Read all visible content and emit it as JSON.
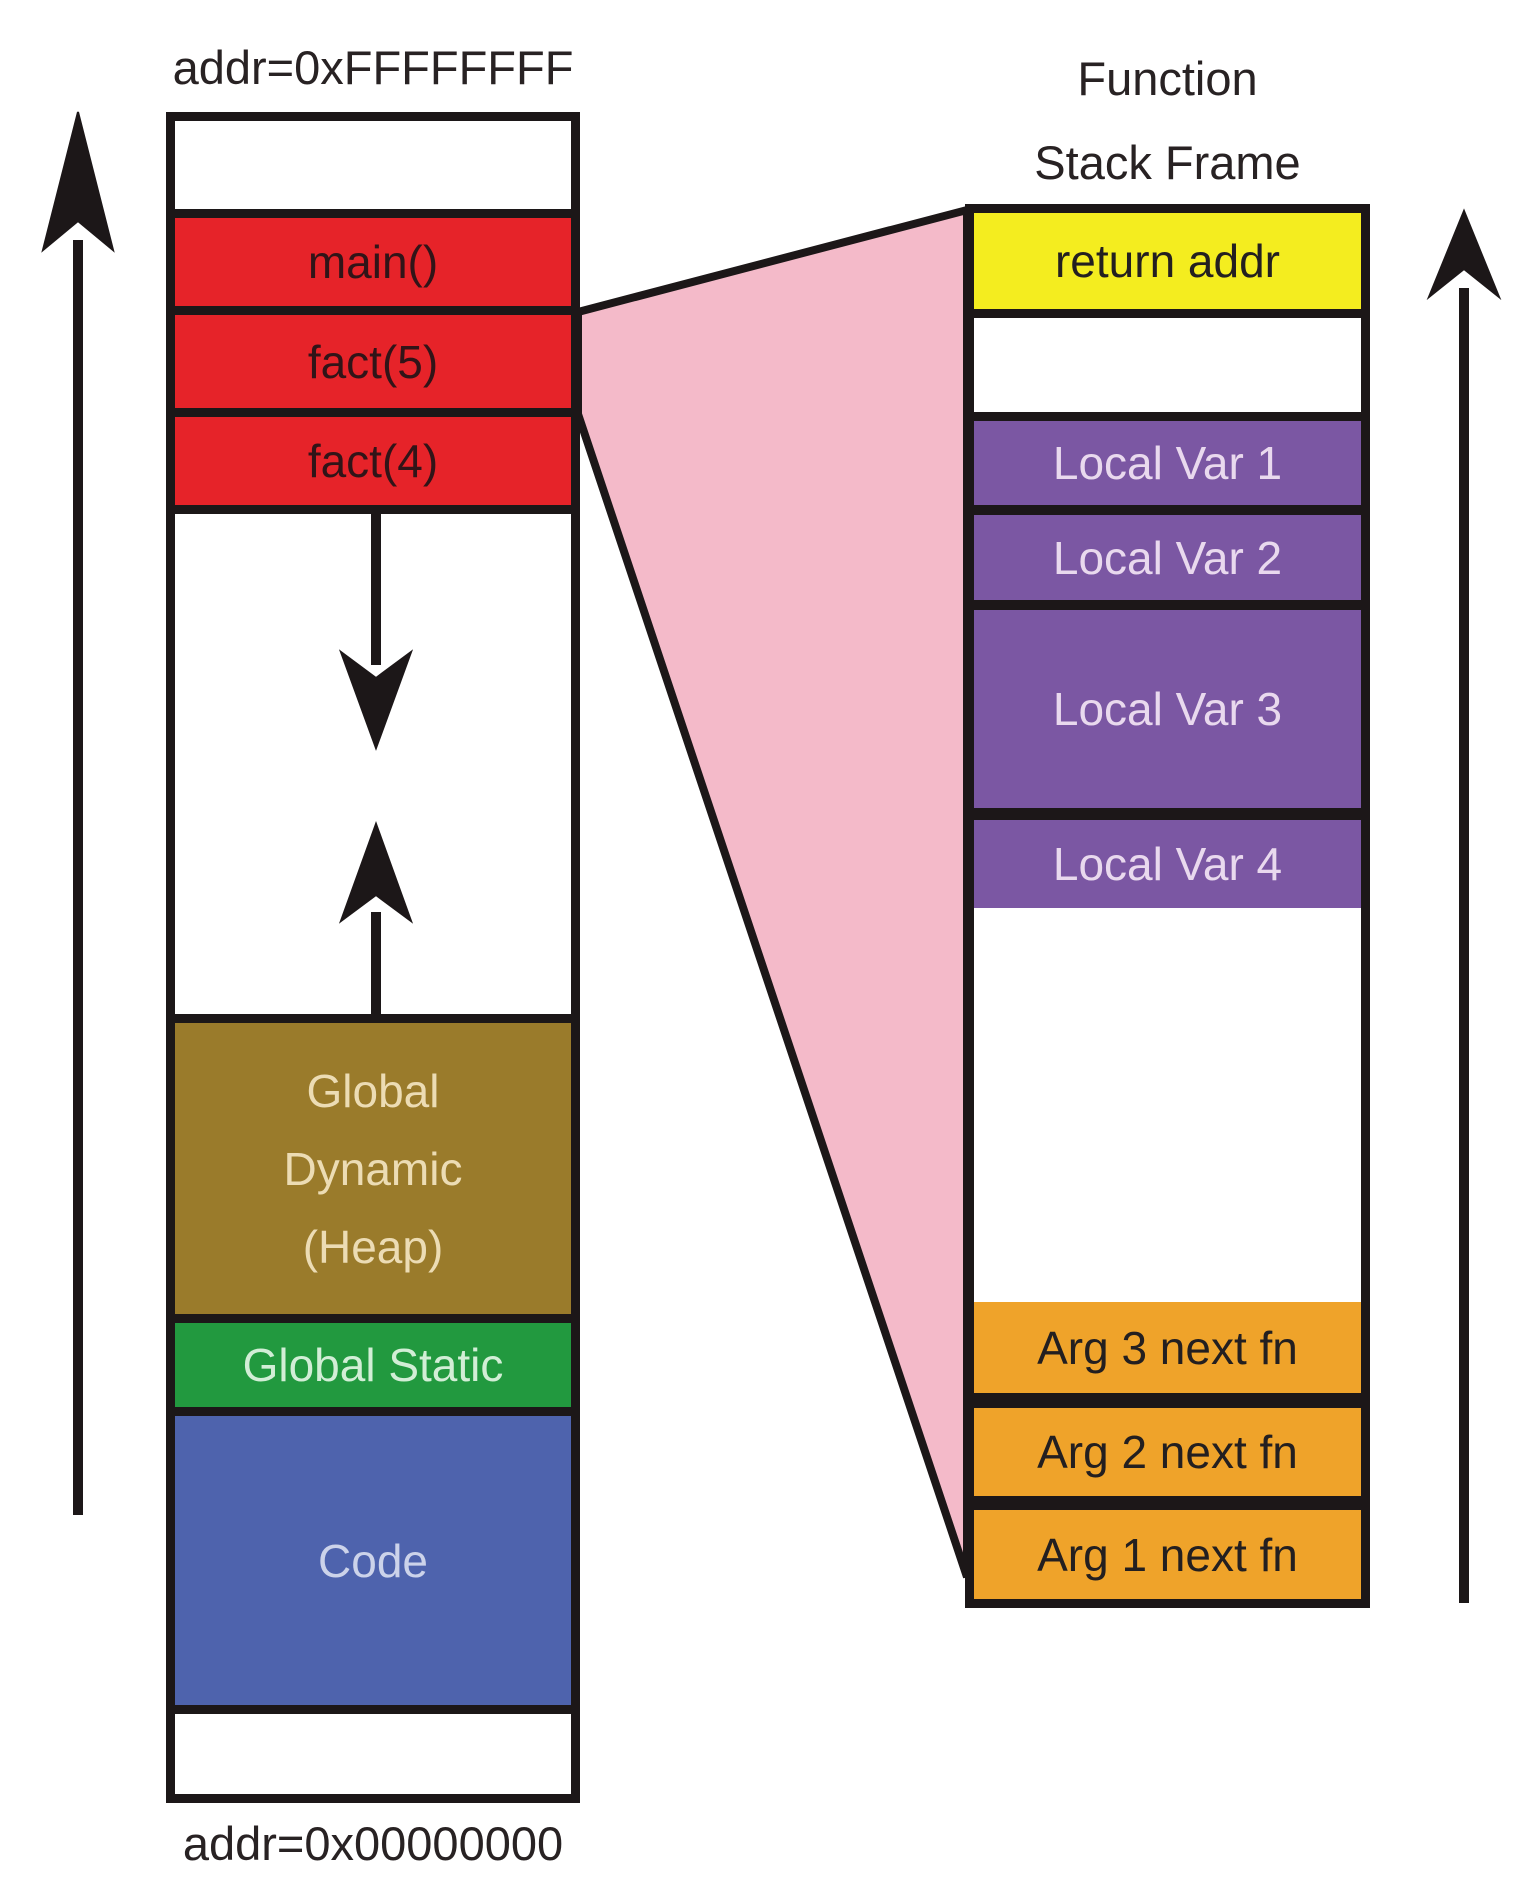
{
  "diagram": {
    "memory_map": {
      "addr_top_label": "addr=0xFFFFFFFF",
      "addr_bottom_label": "addr=0x00000000",
      "rows": {
        "main": "main()",
        "fact5": "fact(5)",
        "fact4": "fact(4)",
        "heap_line1": "Global",
        "heap_line2": "Dynamic",
        "heap_line3": "(Heap)",
        "global_static": "Global Static",
        "code": "Code"
      }
    },
    "stack_frame": {
      "title_line1": "Function",
      "title_line2": "Stack Frame",
      "rows": {
        "return_addr": "return addr",
        "local_var_1": "Local Var 1",
        "local_var_2": "Local Var 2",
        "local_var_3": "Local Var 3",
        "local_var_4": "Local Var 4",
        "arg_3": "Arg 3 next fn",
        "arg_2": "Arg 2 next fn",
        "arg_1": "Arg 1 next fn"
      }
    },
    "colors": {
      "ink": "#1c1718",
      "call_stack_red": "#e62329",
      "heap_brown": "#9a7b2b",
      "global_static_green": "#22993f",
      "code_blue": "#4e63ad",
      "return_addr_yellow": "#f4ed1f",
      "local_var_purple": "#7b57a3",
      "arg_orange": "#efa32a",
      "zoom_wedge_pink": "#f4bac9"
    }
  }
}
